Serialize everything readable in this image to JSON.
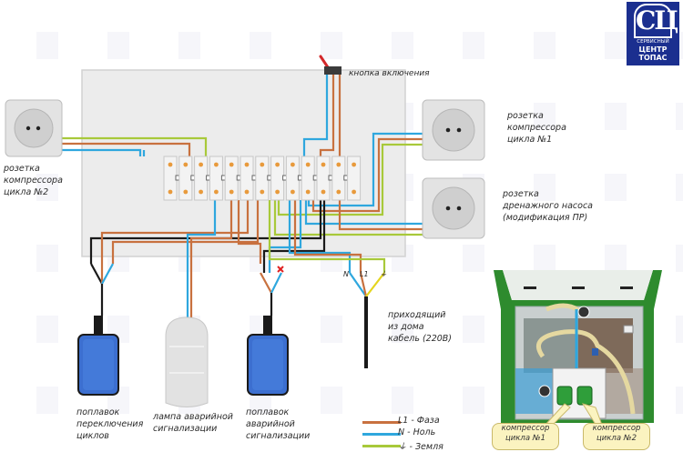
{
  "logo": {
    "monogram": "СЦ",
    "line1": "СЕРВИСНЫЙ",
    "line2": "ЦЕНТР",
    "line3": "ТОПАС",
    "color": "#1b2f8f"
  },
  "wire_colors": {
    "phase": "#c8713f",
    "neutral": "#2fa7de",
    "ground": "#a8c93a",
    "black": "#1a1a1a",
    "yellow": "#e4d51f"
  },
  "labels": {
    "switch": "кнопка включения",
    "socket_cycle2": [
      "розетка",
      "компрессора",
      "цикла №2"
    ],
    "socket_cycle1": [
      "розетка",
      "компрессора",
      "цикла №1"
    ],
    "socket_drain": [
      "розетка",
      "дренажного насоса",
      "(модификация ПР)"
    ],
    "incoming_cable": [
      "приходящий",
      "из дома",
      "кабель (220В)"
    ],
    "cable_terminals": {
      "n": "N",
      "l1": "L1",
      "ground": "⏚"
    },
    "float_cycle": [
      "поплавок",
      "переключения",
      "циклов"
    ],
    "alarm_lamp": [
      "лампа аварийной",
      "сигнализации"
    ],
    "float_alarm": [
      "поплавок",
      "аварийной",
      "сигнализации"
    ]
  },
  "legend": [
    {
      "key": "phase",
      "label": "L1 - Фаза",
      "color": "#c8713f"
    },
    {
      "key": "neutral",
      "label": "N - Ноль",
      "color": "#2fa7de"
    },
    {
      "key": "ground",
      "label": "⏚ - Земля",
      "color": "#a8c93a"
    }
  ],
  "inset": {
    "callout_1": [
      "компрессор",
      "цикла №1"
    ],
    "callout_2": [
      "компрессор",
      "цикла №2"
    ]
  },
  "terminal_block": {
    "terminal_count": 13
  }
}
